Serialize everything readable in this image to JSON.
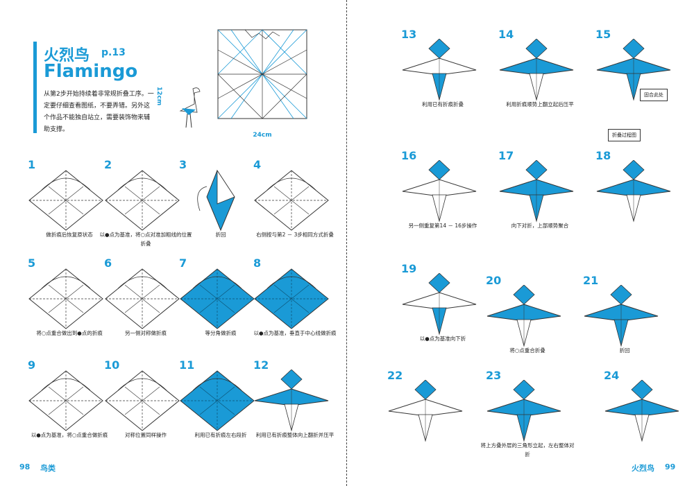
{
  "left_page": {
    "title_cn": "火烈鸟",
    "title_ref": "p.13",
    "title_en": "Flamingo",
    "intro": "从第2步开始持续着非常规折叠工序。一定要仔细查看图纸，不要弄错。另外这个作品不能独自站立，需要装饰物来辅助支撑。",
    "dim_width": "24cm",
    "dim_height": "12cm",
    "footer_page": "98",
    "footer_section": "鸟类"
  },
  "right_page": {
    "footer_page": "99",
    "footer_section": "火烈鸟",
    "note_15a": "固合此处",
    "note_15b": "折叠过程图"
  },
  "steps": [
    {
      "num": "1",
      "cap": "做折痕后恢复原状态"
    },
    {
      "num": "2",
      "cap": "以●点为基准，将○点对准加粗线的位置折叠"
    },
    {
      "num": "3",
      "cap": "折回"
    },
    {
      "num": "4",
      "cap": "右侧按与第2 － 3步相同方式折叠"
    },
    {
      "num": "5",
      "cap": "将○点重合做出到●点的折痕"
    },
    {
      "num": "6",
      "cap": "另一侧对称做折痕"
    },
    {
      "num": "7",
      "cap": "等分角做折痕"
    },
    {
      "num": "8",
      "cap": "以●点为基准，垂直于中心线做折痕"
    },
    {
      "num": "9",
      "cap": "以●点为基准，将○点重合做折痕"
    },
    {
      "num": "10",
      "cap": "对称位置同样操作"
    },
    {
      "num": "11",
      "cap": "利用已有折痕左右段折"
    },
    {
      "num": "12",
      "cap": "利用已有折痕整体向上翻折并压平"
    },
    {
      "num": "13",
      "cap": "利用已有折痕折叠"
    },
    {
      "num": "14",
      "cap": "利用折痕顺势上翻立起后压平"
    },
    {
      "num": "15",
      "cap": ""
    },
    {
      "num": "16",
      "cap": "另一侧重复第14 － 16步操作"
    },
    {
      "num": "17",
      "cap": "向下对折，上部顺势聚合"
    },
    {
      "num": "18",
      "cap": ""
    },
    {
      "num": "19",
      "cap": "以●点为基准向下折"
    },
    {
      "num": "20",
      "cap": "将○点重合折叠"
    },
    {
      "num": "21",
      "cap": "折回"
    },
    {
      "num": "22",
      "cap": ""
    },
    {
      "num": "23",
      "cap": "将上方叠外层的三角形立起，左右整体对折"
    },
    {
      "num": "24",
      "cap": ""
    }
  ],
  "colors": {
    "accent": "#1a9ad6",
    "fill": "#1a9ad6",
    "line": "#333333"
  }
}
